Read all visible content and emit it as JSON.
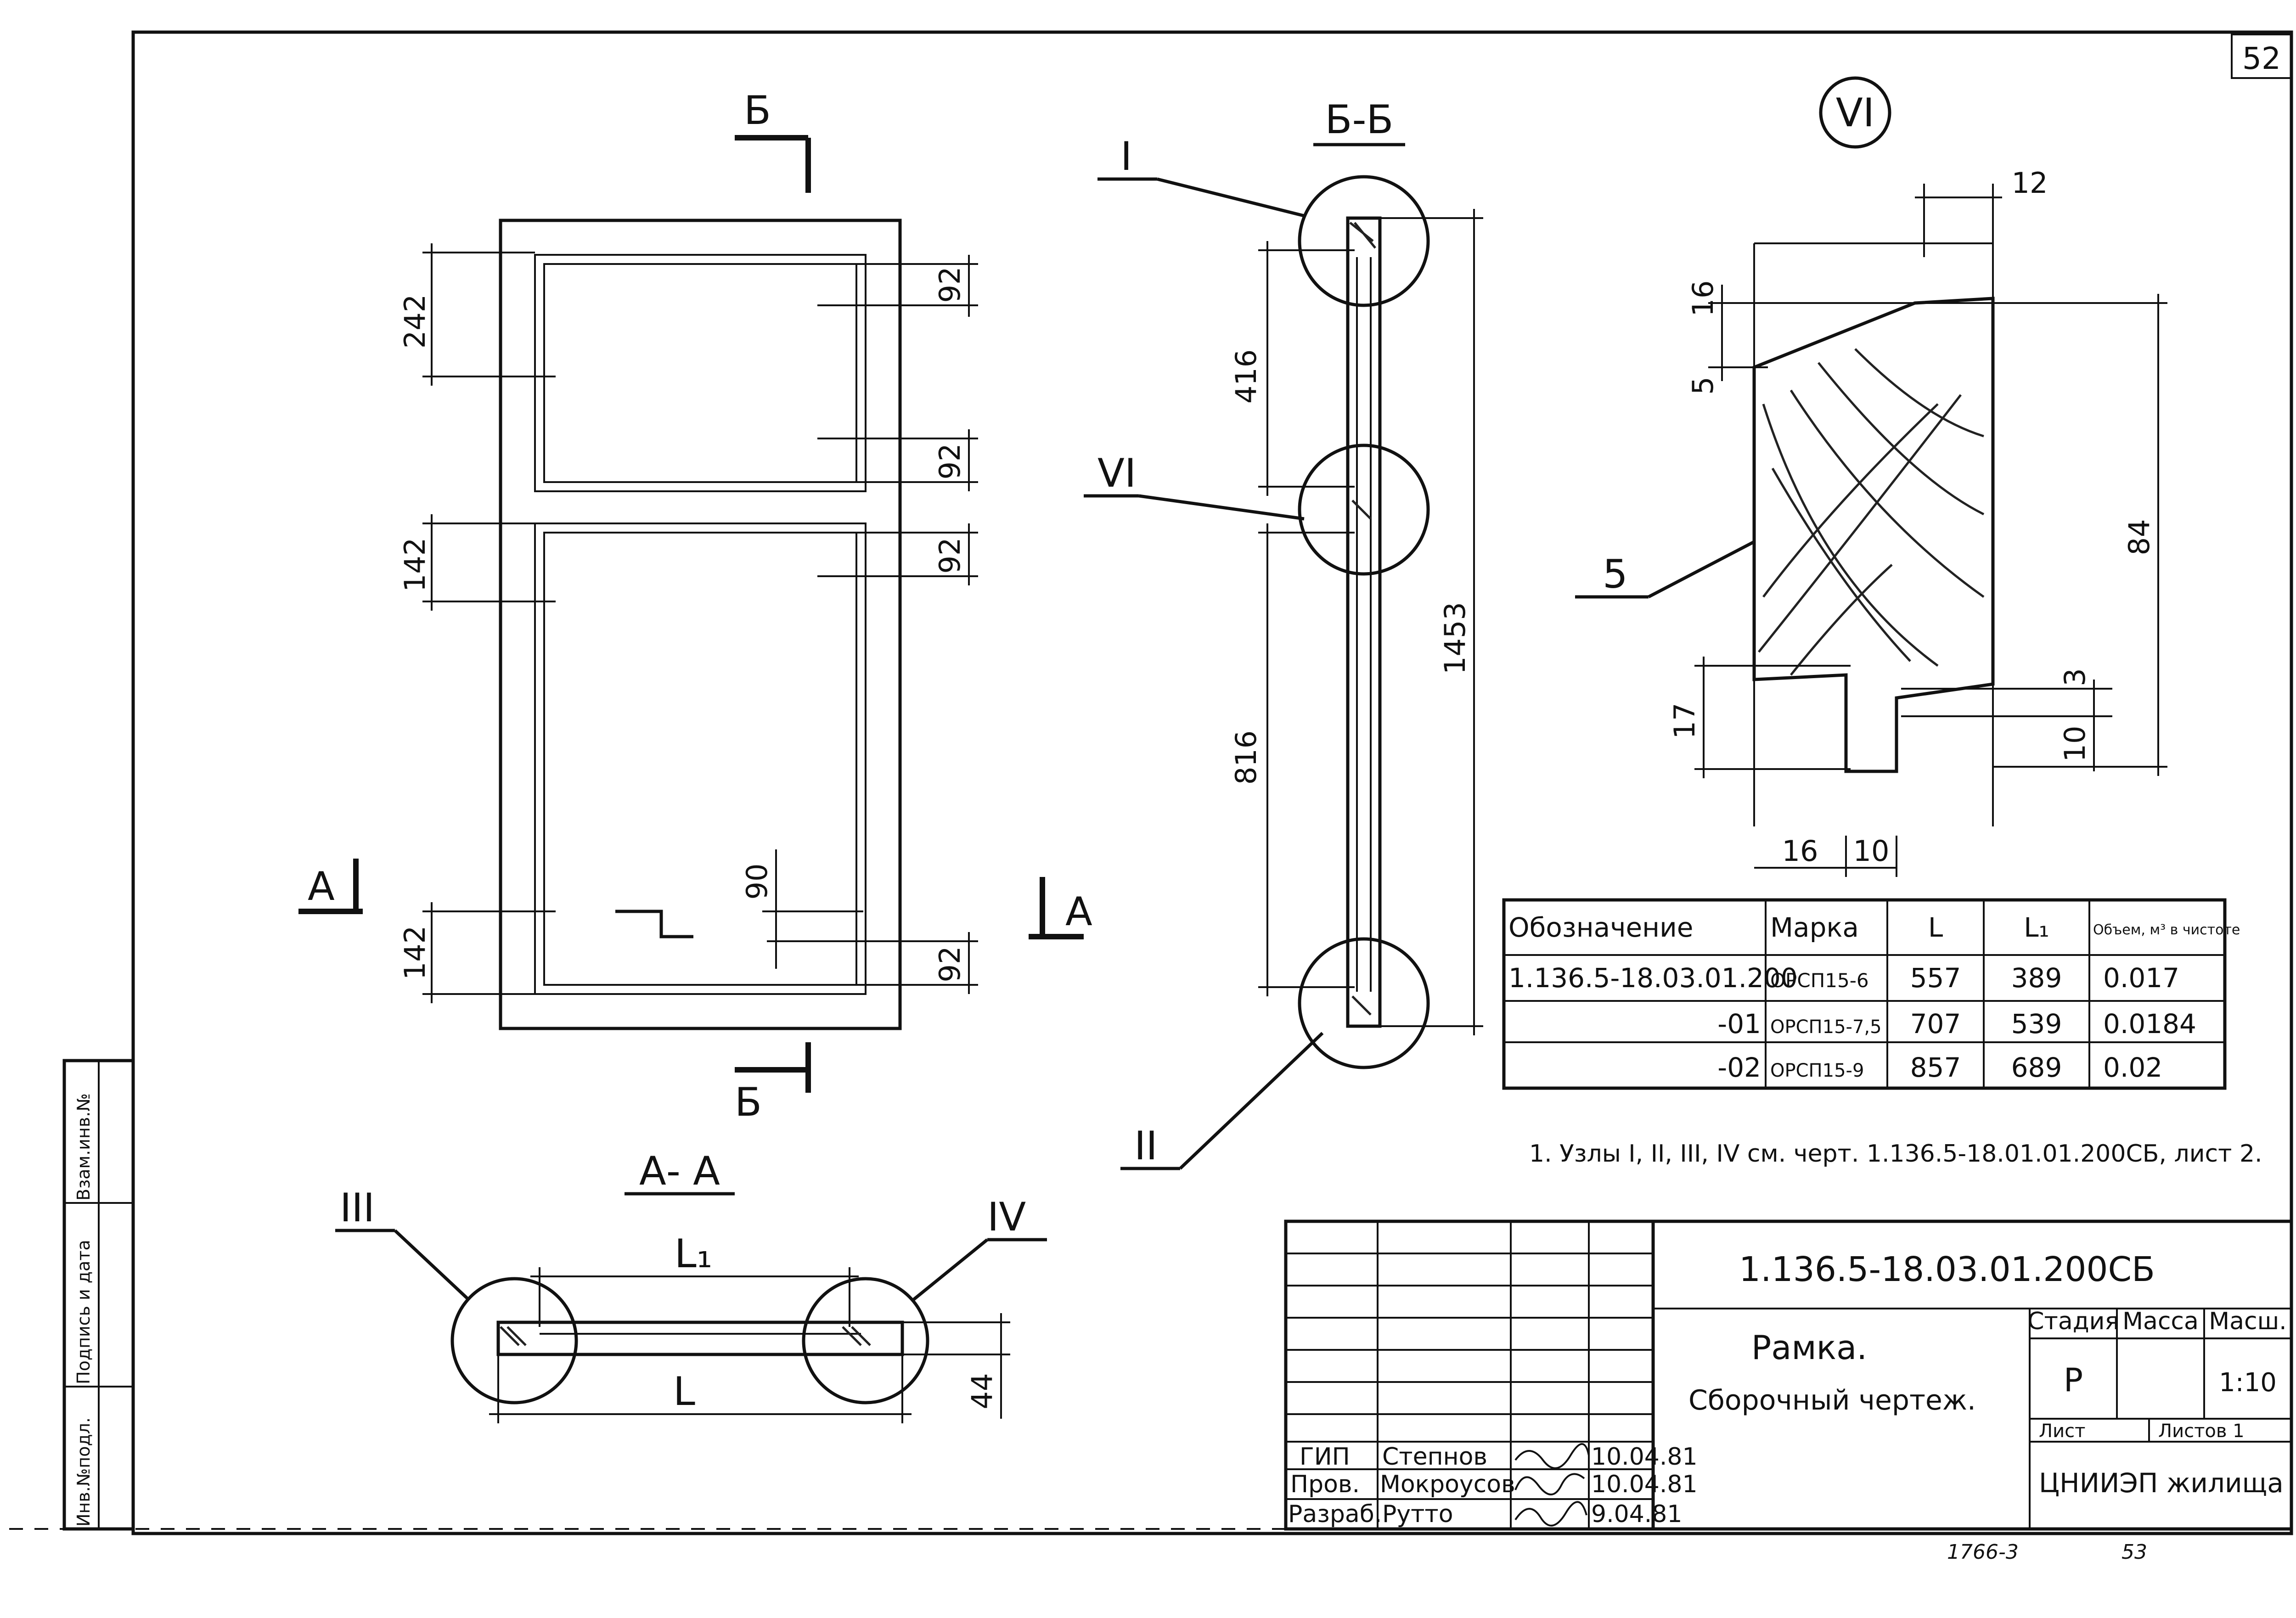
{
  "sheet": {
    "number": "52",
    "side_stamp": {
      "inv_no": "Инв.№подл.",
      "sign_date": "Подпись и дата",
      "replace_inv": "Взам.инв.№"
    },
    "footer_code": "1766-3",
    "footer_page": "53"
  },
  "views": {
    "front": {
      "dims": [
        "242",
        "92",
        "92",
        "142",
        "92",
        "142",
        "92",
        "90"
      ],
      "sections": {
        "aa": "А",
        "bb": "Б"
      }
    },
    "section_bb": {
      "title": "Б-Б",
      "dims": [
        "416",
        "816",
        "1453"
      ],
      "nodes": [
        "I",
        "VI",
        "II"
      ]
    },
    "section_aa": {
      "title": "А- А",
      "dims": [
        "L₁",
        "L",
        "44"
      ],
      "nodes": [
        "III",
        "IV"
      ]
    },
    "detail_vi": {
      "title": "VI",
      "dims": [
        "12",
        "16",
        "5",
        "84",
        "17",
        "3",
        "10",
        "16",
        "10"
      ],
      "callout": "5"
    }
  },
  "spec_table": {
    "headers": [
      "Обозначение",
      "Марка",
      "L",
      "L₁",
      "Объем, м³ в чистоте"
    ],
    "rows": [
      [
        "1.136.5-18.03.01.200",
        "ОРСП15-6",
        "557",
        "389",
        "0.017"
      ],
      [
        "-01",
        "ОРСП15-7,5",
        "707",
        "539",
        "0.0184"
      ],
      [
        "-02",
        "ОРСП15-9",
        "857",
        "689",
        "0.02"
      ]
    ]
  },
  "note": "1. Узлы I, II, III, IV см. черт. 1.136.5-18.01.01.200СБ, лист 2.",
  "title_block": {
    "code": "1.136.5-18.03.01.200СБ",
    "title": "Рамка.",
    "subtitle": "Сборочный чертеж.",
    "stage_label": "Стадия",
    "mass_label": "Масса",
    "scale_label": "Масш.",
    "stage": "Р",
    "scale": "1:10",
    "sheet_label": "Лист",
    "sheets_label": "Листов 1",
    "org": "ЦНИИЭП жилища",
    "signatures": [
      {
        "role": "ГИП",
        "name": "Степнов",
        "date": "10.04.81"
      },
      {
        "role": "Пров.",
        "name": "Мокроусов",
        "date": "10.04.81"
      },
      {
        "role": "Разраб.",
        "name": "Рутто",
        "date": "9.04.81"
      }
    ]
  }
}
